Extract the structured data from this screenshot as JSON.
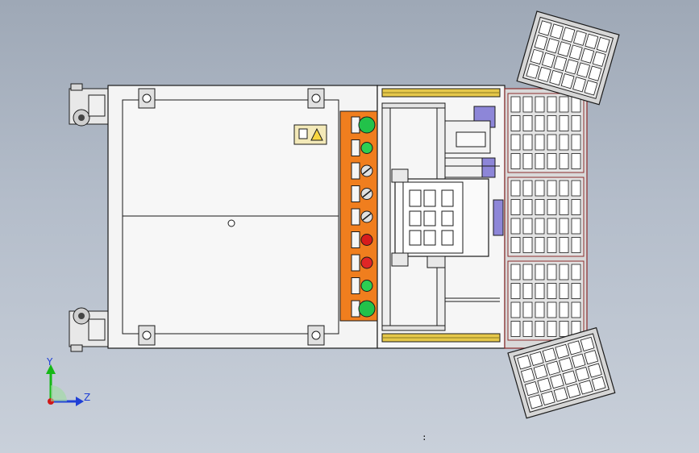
{
  "viewport": {
    "background_top": "#9ea8b6",
    "background_bottom": "#c9d0da"
  },
  "triad": {
    "y_label": "Y",
    "z_label": "Z",
    "x_color": "#d01818",
    "y_color": "#16b816",
    "z_color": "#1f3fd6"
  },
  "status_bar": {
    "text": ":"
  },
  "machine": {
    "frame_color": "#f4f4f4",
    "outline_color": "#1a1a1a",
    "control_panel_color": "#f07e1e",
    "tray_frame_color": "#d9d9d9",
    "tray_outline_color": "#8a2a2a",
    "slot_color": "#ffffff",
    "guard_color": "#e6c84a",
    "actuator_color": "#8d86d8",
    "panel_buttons": [
      {
        "kind": "green-start",
        "color": "#22c24a"
      },
      {
        "kind": "green",
        "color": "#2ccf52"
      },
      {
        "kind": "selector",
        "color": "#e0e0e0"
      },
      {
        "kind": "selector",
        "color": "#e0e0e0"
      },
      {
        "kind": "selector",
        "color": "#e0e0e0"
      },
      {
        "kind": "red-stop",
        "color": "#d81c1c"
      },
      {
        "kind": "red",
        "color": "#e02626"
      },
      {
        "kind": "green",
        "color": "#2ccf52"
      },
      {
        "kind": "green-start",
        "color": "#22c24a"
      }
    ],
    "tray_columns": 6,
    "tray_rows_per_block": 4,
    "tray_blocks": 3,
    "lid_columns": 6,
    "lid_rows": 4
  }
}
